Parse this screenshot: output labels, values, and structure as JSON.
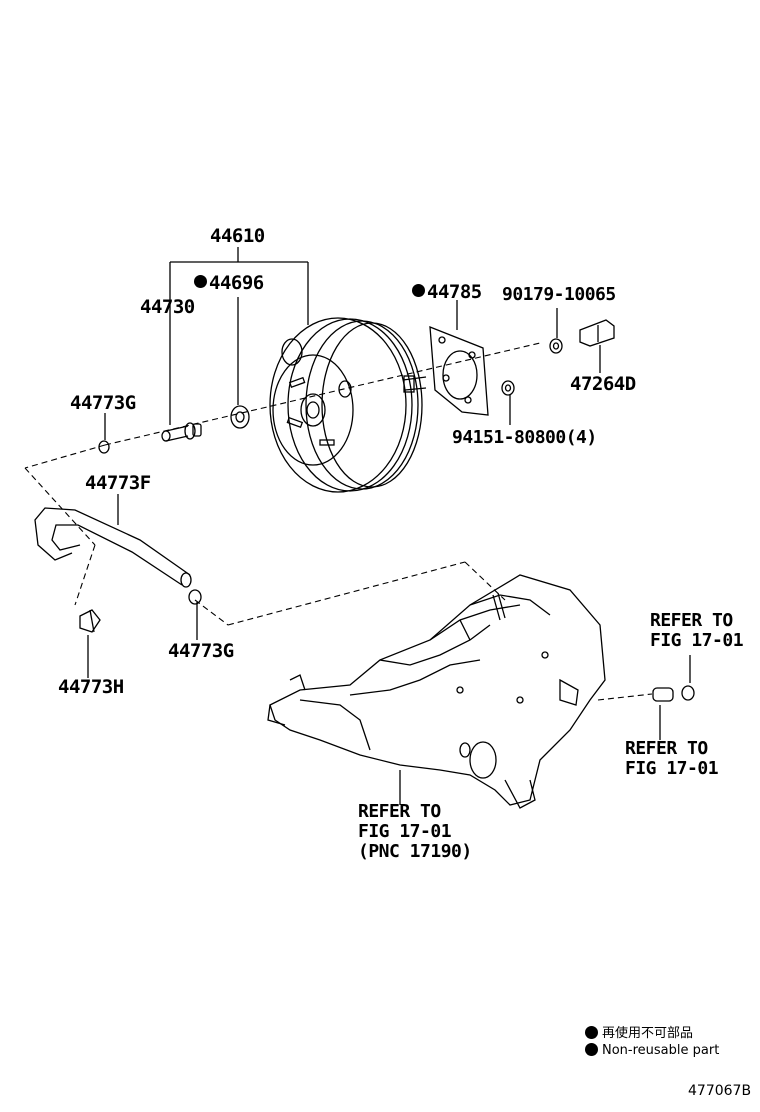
{
  "parts": {
    "p44610": "44610",
    "p44696": "44696",
    "p44730": "44730",
    "p44785": "44785",
    "p90179": "90179-10065",
    "p47264d": "47264D",
    "p44773g_top": "44773G",
    "p94151": "94151-80800(4)",
    "p44773f": "44773F",
    "p44773g_bottom": "44773G",
    "p44773h": "44773H"
  },
  "refs": {
    "refer_right_top": [
      "REFER TO",
      "FIG 17-01"
    ],
    "refer_right_bottom": [
      "REFER TO",
      "FIG 17-01"
    ],
    "refer_manifold": [
      "REFER TO",
      "FIG 17-01",
      "(PNC 17190)"
    ]
  },
  "legend": {
    "japanese": "再使用不可部品",
    "english": "Non-reusable part"
  },
  "figure_id": "477067B"
}
